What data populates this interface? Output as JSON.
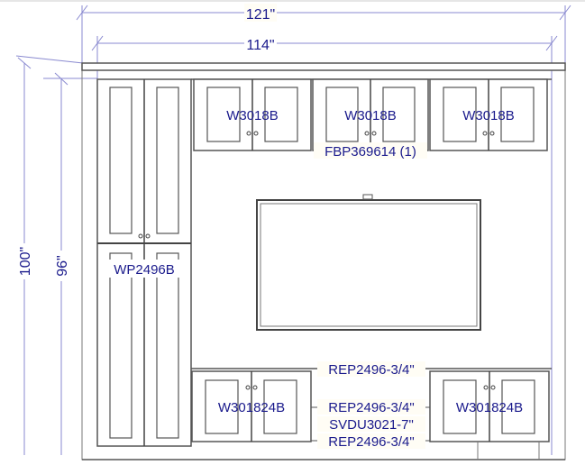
{
  "dimensions": {
    "overall_width": "121\"",
    "cabinet_width": "114\"",
    "overall_height": "100\"",
    "cabinet_height": "96\""
  },
  "upper_cabinets": [
    "W3018B",
    "W3018B",
    "W3018B"
  ],
  "filler_label": "FBP369614 (1)",
  "tall_cabinet": "WP2496B",
  "base_cabinets": [
    "W301824B",
    "W301824B"
  ],
  "center_labels": {
    "top_panel": "REP2496-3/4\"",
    "mid_panel": "REP2496-3/4\"",
    "shelf": "SVDU3021-7\"",
    "bottom_panel": "REP2496-3/4\""
  },
  "colors": {
    "dimension": "#8a8ad0",
    "label": "#1a1a8c"
  }
}
